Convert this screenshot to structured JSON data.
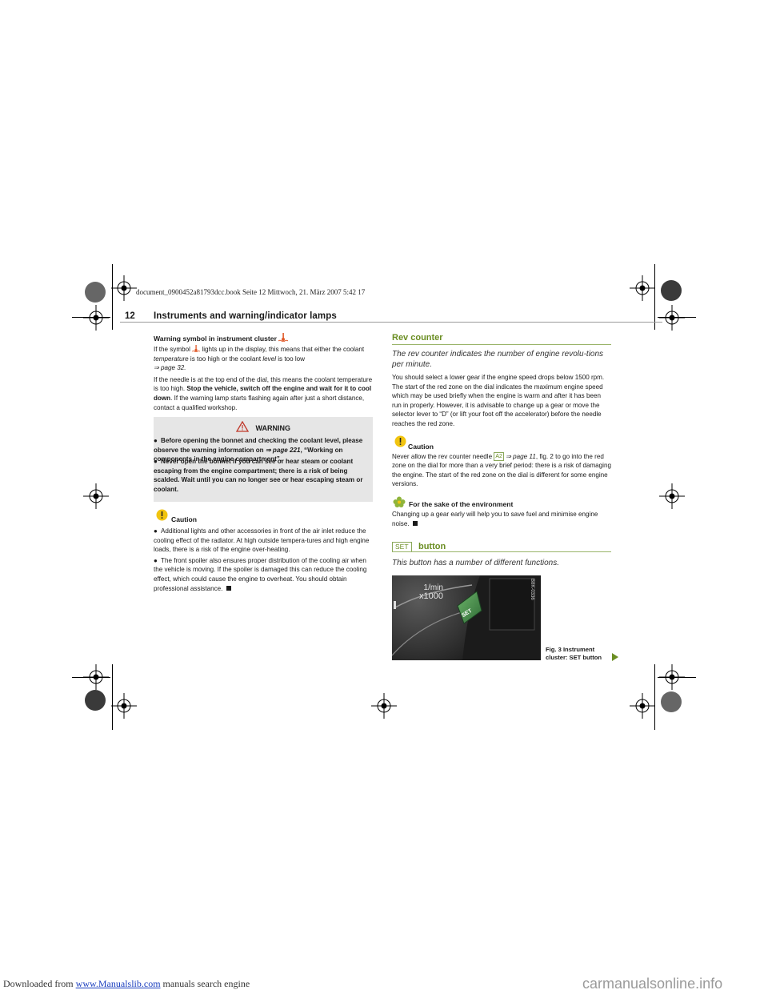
{
  "file_line": "document_0900452a81793dcc.book  Seite 12  Mittwoch, 21. März 2007  5:42 17",
  "header": {
    "page_number": "12",
    "title": "Instruments and warning/indicator lamps"
  },
  "left": {
    "symbol_heading": "Warning symbol in instrument cluster",
    "p1_a": "If the symbol",
    "p1_b": "lights up in the display, this means that either the coolant",
    "p1_temp": "temperature",
    "p1_c": "is too high or the coolant",
    "p1_level": "level",
    "p1_d": "is too low",
    "p1_ref": "⇒ page 32.",
    "p2_a": "If the needle is at the top end of the dial, this means the coolant temperature is too high.",
    "p2_bold": "Stop the vehicle, switch off the engine and wait for it to cool down",
    "p2_b": ". If the warning lamp starts flashing again after just a short distance, contact a qualified workshop.",
    "warning_title": "WARNING",
    "warning_b1_a": "Before opening the bonnet and checking the coolant level, please observe the warning information on",
    "warning_b1_ref": "⇒ page 221",
    "warning_b1_b": ", “Working on components in the engine compartment”.",
    "warning_b2": "Never open the bonnet if you can see or hear steam or coolant escaping from the engine compartment; there is a risk of being scalded. Wait until you can no longer see or hear escaping steam or coolant.",
    "caution_title": "Caution",
    "caution_b1": "Additional lights and other accessories in front of the air inlet reduce the cooling effect of the radiator. At high outside tempera-tures and high engine loads, there is a risk of the engine over-heating.",
    "caution_b2": "The front spoiler also ensures proper distribution of the cooling air when the vehicle is moving. If the spoiler is damaged this can reduce the cooling effect, which could cause the engine to overheat. You should obtain professional assistance."
  },
  "right": {
    "rev_heading": "Rev counter",
    "rev_lead": "The rev counter indicates the number of engine revolu-tions per minute.",
    "rev_p": "You should select a lower gear if the engine speed drops below 1500 rpm. The start of the red zone on the dial indicates the maximum engine speed which may be used briefly when the engine is warm and after it has been run in properly. However, it is advisable to change up a gear or move the selector lever to “D” (or lift your foot off the accelerator) before the needle reaches the red zone.",
    "caution_title": "Caution",
    "caution_a": "Never allow the rev counter needle",
    "caution_a2": "A2",
    "caution_ref": "⇒ page 11",
    "caution_b": ", fig. 2 to go into the red zone on the dial for more than a very brief period: there is a risk of damaging the engine. The start of the red zone on the dial is different for some engine versions.",
    "env_title": "For the sake of the environment",
    "env_p": "Changing up a gear early will help you to save fuel and minimise engine noise.",
    "set_label": "SET",
    "set_heading": "button",
    "set_lead": "This button has a number of different functions.",
    "photo_scale_a": "1/min",
    "photo_scale_b": "x1000",
    "photo_button": "SET",
    "photo_code": "B8K-0336",
    "fig_caption_a": "Fig. 3  Instrument",
    "fig_caption_b": "cluster: SET button"
  },
  "footer": {
    "prefix": "Downloaded from",
    "link": "www.Manualslib.com",
    "suffix": "manuals search engine",
    "right": "carmanualsonline.info"
  },
  "colors": {
    "section_heading": "#6b8e23",
    "warning_box": "#e6e6e6",
    "caution_icon": "#f1c40f"
  }
}
